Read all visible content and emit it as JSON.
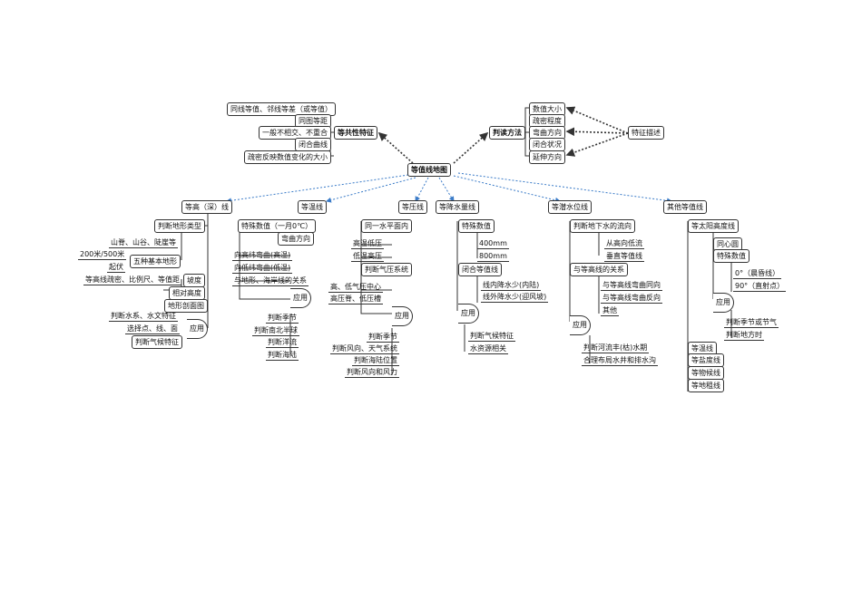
{
  "root": "等值线地图",
  "common": {
    "title": "等共性特征",
    "items": [
      "同线等值、邻线等差（或等值）",
      "同图等距",
      "一般不相交、不重合",
      "闭合曲线",
      "疏密反映数值变化的大小"
    ]
  },
  "read": {
    "title": "判读方法",
    "items": [
      "数值大小",
      "疏密程度",
      "弯曲方向",
      "闭合状况",
      "延伸方向"
    ],
    "feature": "特征描述"
  },
  "contour": {
    "title": "等高（深）线",
    "terrain_type": "判断地形类型",
    "ridge": "山脊、山谷、陡崖等",
    "five": "五种基本地形",
    "height200": "200米/500米",
    "undulate": "起伏",
    "slope_factors": "等高线疏密、比例尺、等值距",
    "slope": "坡度",
    "relheight": "相对高度",
    "profile": "地形剖面图",
    "apply": "应用",
    "app_items": [
      "判断水系、水文特征",
      "选择点、线、面",
      "判断气候特征"
    ]
  },
  "isotherm": {
    "title": "等温线",
    "items": [
      "特殊数值（一月0℃）",
      "弯曲方向",
      "向高纬弯曲(高温)",
      "向低纬弯曲(低温)",
      "与地形、海岸线的关系"
    ],
    "apply": "应用",
    "app_items": [
      "判断季节",
      "判断南北半球",
      "判断洋流",
      "判断海陆"
    ]
  },
  "isobar": {
    "title": "等压线",
    "items": [
      "同一水平面内",
      "高温低压",
      "低温高压",
      "判断气压系统",
      "高、低气压中心",
      "高压脊、低压槽"
    ],
    "apply": "应用",
    "app_items": [
      "判断季节",
      "判断风向、天气系统",
      "判断海陆位置",
      "判断风向和风力"
    ]
  },
  "precip": {
    "title": "等降水量线",
    "items": [
      "特殊数值",
      "400mm",
      "800mm",
      "闭合等值线",
      "线内降水少(内陆)",
      "线外降水少(迎风坡)"
    ],
    "apply": "应用",
    "app_items": [
      "判断气候特征",
      "水资源相关"
    ]
  },
  "water": {
    "title": "等潜水位线",
    "items": [
      "判断地下水的流向",
      "从高向低流",
      "垂直等值线",
      "与等高线的关系",
      "与等高线弯曲同向",
      "与等高线弯曲反向",
      "其他"
    ],
    "apply": "应用",
    "app_items": [
      "判断河流丰(枯)水期",
      "合理布局水井和排水沟"
    ]
  },
  "other": {
    "title": "其他等值线",
    "sun": "等太阳高度线",
    "items": [
      "同心圆",
      "特殊数值",
      "0°（晨昏线）",
      "90°（直射点）"
    ],
    "apply": "应用",
    "app_items": [
      "判断季节或节气",
      "判断地方时"
    ],
    "more": [
      "等温线",
      "等盐度线",
      "等物候线",
      "等地租线"
    ]
  }
}
